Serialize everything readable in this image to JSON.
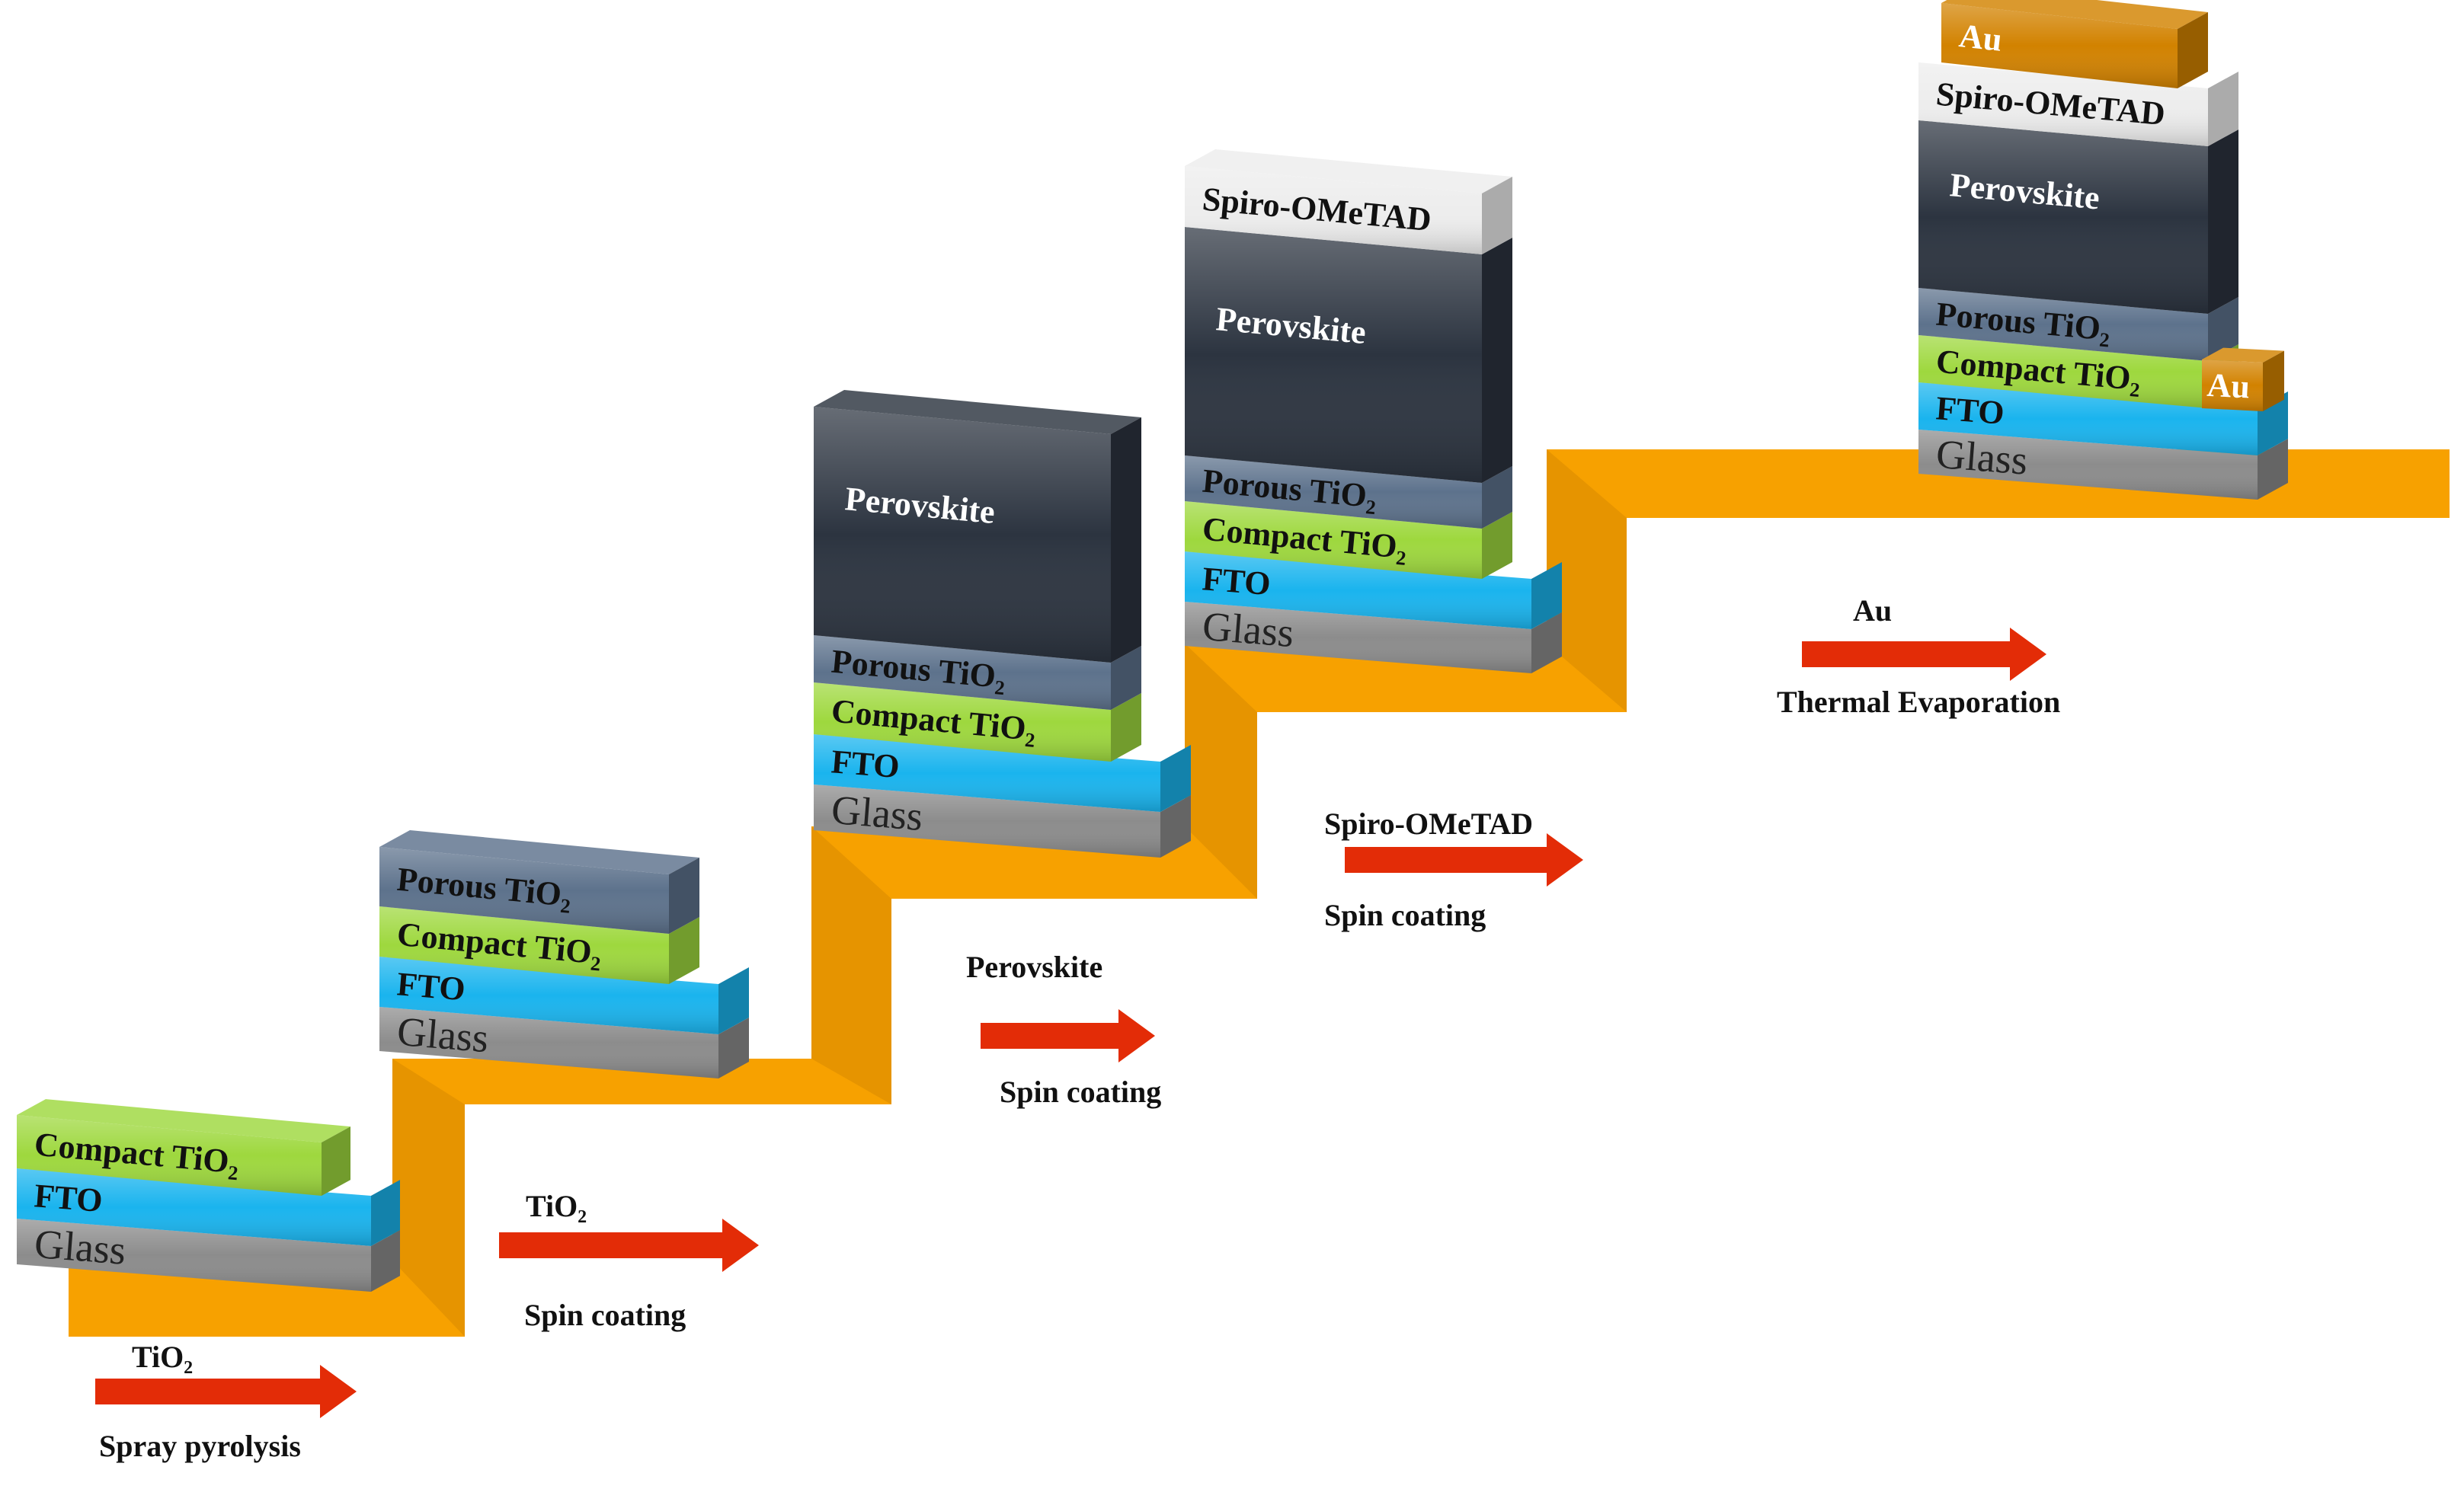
{
  "colors": {
    "stair": "#F7A100",
    "stair_shade": "#D98A00",
    "arrow": "#E32C07",
    "glass": "#8C8C8C",
    "fto": "#1AB4EE",
    "compact": "#9ED83E",
    "porous": "#5D728C",
    "perovskite": "#2C3440",
    "spiro": "#EDEDED",
    "gold": "#D28200"
  },
  "layers": {
    "glass": "Glass",
    "fto": "FTO",
    "compact": "Compact TiO₂",
    "porous": "Porous TiO₂",
    "perovskite": "Perovskite",
    "spiro": "Spiro-OMeTAD",
    "gold": "Au"
  },
  "steps": [
    {
      "material": "TiO₂",
      "method": "Spray pyrolysis"
    },
    {
      "material": "TiO₂",
      "method": "Spin coating"
    },
    {
      "material": "Perovskite",
      "method": "Spin coating"
    },
    {
      "material": "Spiro-OMeTAD",
      "method": "Spin coating"
    },
    {
      "material": "Au",
      "method": "Thermal Evaporation"
    }
  ]
}
